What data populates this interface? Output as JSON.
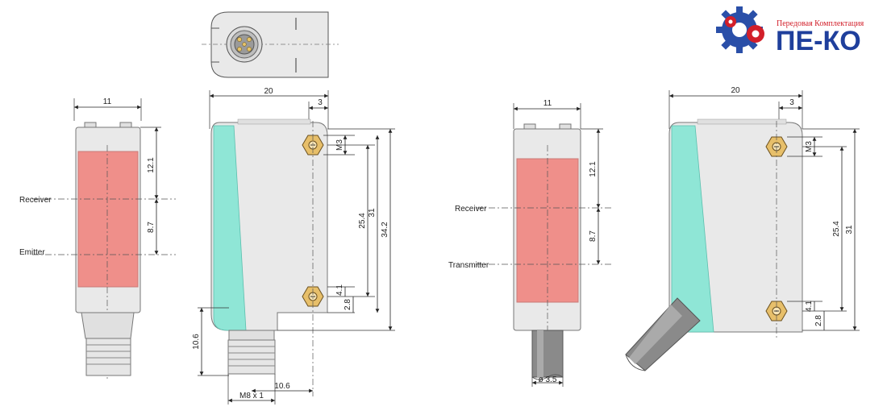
{
  "logo": {
    "subtitle": "Передовая Комплектация",
    "name": "ПЕ-КО",
    "colors": {
      "gear_blue": "#2a4fa8",
      "gear_red": "#d21f2a",
      "text_blue": "#1f3f9c"
    }
  },
  "colors": {
    "housing": "#e9e9e9",
    "housing_edge": "#8a8a8a",
    "lens_window": "#ef8f8a",
    "side_panel": "#8fe6d6",
    "screw": "#e7bf6a",
    "cable": "#8a8a8a"
  },
  "labels": {
    "receiver": "Receiver",
    "emitter": "Emitter",
    "transmitter": "Transmitter"
  },
  "dimensions": {
    "width_11": "11",
    "width_20": "20",
    "offset_3": "3",
    "thread_m3": "M3",
    "d_12_1": "12.1",
    "d_8_7": "8.7",
    "d_25_4": "25.4",
    "d_31": "31",
    "d_34_2": "34.2",
    "d_4_1": "4.1",
    "d_2_8": "2.8",
    "d_10_6": "10.6",
    "connector_m8": "M8 x 1",
    "cable_dia": "ø 3.5"
  }
}
